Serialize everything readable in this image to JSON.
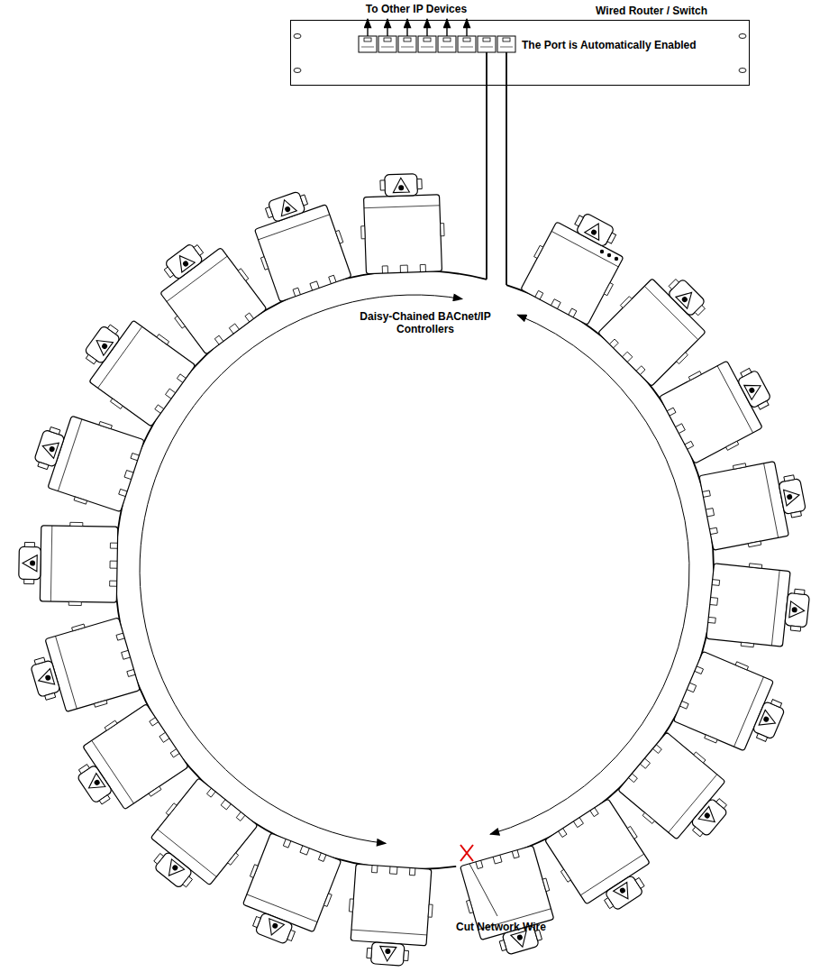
{
  "diagram": {
    "nodes": [
      {
        "text": [
          "Wired Router / Switch",
          "The Port is Automatically Enabled"
        ]
      }
    ],
    "labels": [
      "To Other IP Devices",
      "Daisy-Chained BACnet/IP Controllers",
      "Cut Network Wire"
    ]
  }
}
